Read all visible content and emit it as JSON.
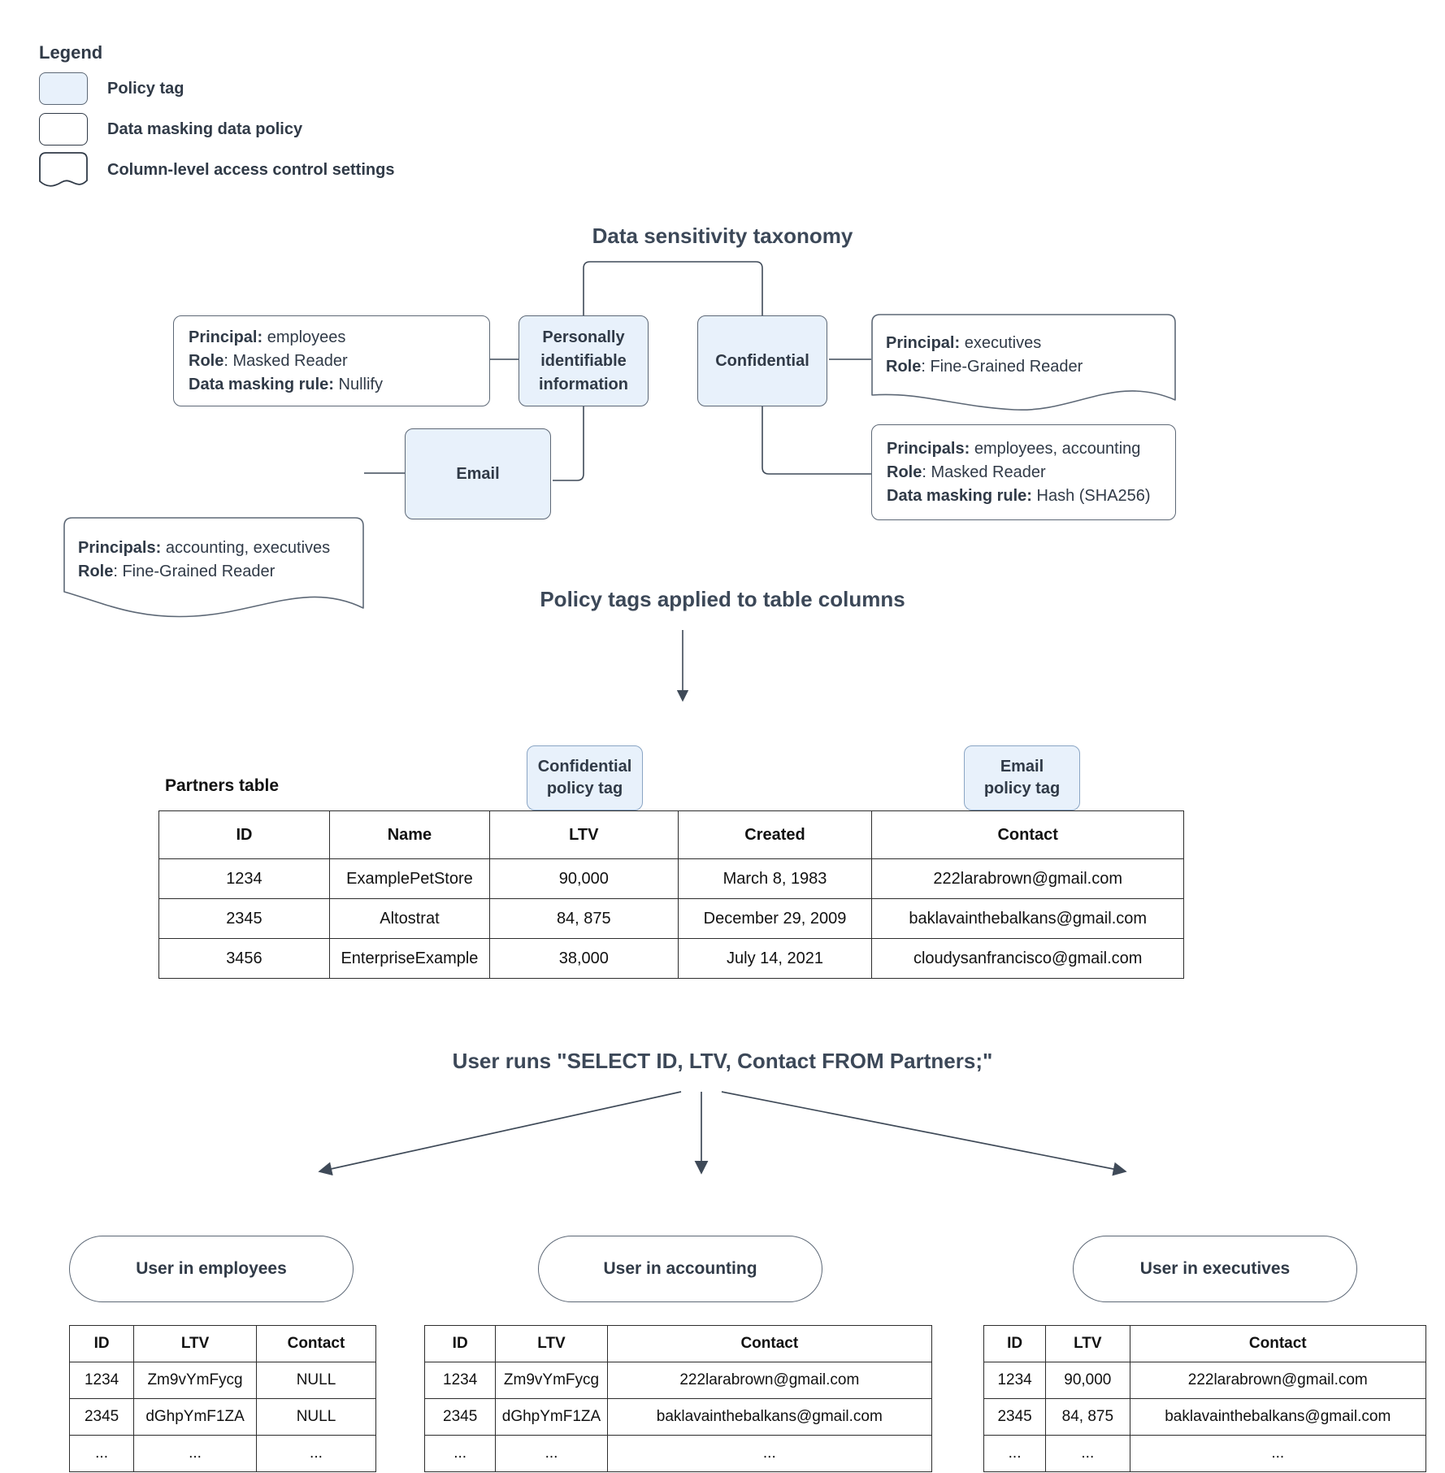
{
  "legend": {
    "title": "Legend",
    "items": [
      {
        "label": "Policy tag",
        "swatch": "policy-tag-swatch"
      },
      {
        "label": "Data masking data policy",
        "swatch": "data-masking-policy-swatch"
      },
      {
        "label": "Column-level access control settings",
        "swatch": "column-access-control-swatch"
      }
    ]
  },
  "taxonomy": {
    "title": "Data sensitivity taxonomy",
    "nodes": {
      "pii": "Personally identifiable information",
      "confidential": "Confidential",
      "email": "Email"
    },
    "policies": {
      "pii_masking": {
        "line1_label": "Principal:",
        "line1_value": " employees",
        "line2_label": "Role",
        "line2_value": ": Masked Reader",
        "line3_label": "Data masking rule:",
        "line3_value": " Nullify"
      },
      "email_access": {
        "line1_label": "Principals:",
        "line1_value": " accounting, executives",
        "line2_label": "Role",
        "line2_value": ": Fine-Grained Reader"
      },
      "confidential_access": {
        "line1_label": "Principal:",
        "line1_value": " executives",
        "line2_label": "Role",
        "line2_value": ": Fine-Grained Reader"
      },
      "confidential_masking": {
        "line1_label": "Principals:",
        "line1_value": " employees, accounting",
        "line2_label": "Role",
        "line2_value": ": Masked Reader",
        "line3_label": "Data masking rule:",
        "line3_value": " Hash (SHA256)"
      }
    }
  },
  "applied": {
    "title": "Policy tags applied to table columns",
    "table_label": "Partners table",
    "chips": {
      "confidential": "Confidential\npolicy tag",
      "confidential_l1": "Confidential",
      "confidential_l2": "policy tag",
      "email_l1": "Email",
      "email_l2": "policy tag"
    },
    "columns": [
      "ID",
      "Name",
      "LTV",
      "Created",
      "Contact"
    ],
    "rows": [
      [
        "1234",
        "ExamplePetStore",
        "90,000",
        "March 8, 1983",
        "222larabrown@gmail.com"
      ],
      [
        "2345",
        "Altostrat",
        "84, 875",
        "December 29, 2009",
        "baklavainthebalkans@gmail.com"
      ],
      [
        "3456",
        "EnterpriseExample",
        "38,000",
        "July 14, 2021",
        "cloudysanfrancisco@gmail.com"
      ]
    ]
  },
  "query": {
    "title": "User runs \"SELECT ID, LTV, Contact FROM Partners;\""
  },
  "results": [
    {
      "oval": "User in employees",
      "columns": [
        "ID",
        "LTV",
        "Contact"
      ],
      "rows": [
        [
          "1234",
          "Zm9vYmFycg",
          "NULL"
        ],
        [
          "2345",
          "dGhpYmF1ZA",
          "NULL"
        ],
        [
          "...",
          "...",
          "..."
        ]
      ]
    },
    {
      "oval": "User in accounting",
      "columns": [
        "ID",
        "LTV",
        "Contact"
      ],
      "rows": [
        [
          "1234",
          "Zm9vYmFycg",
          "222larabrown@gmail.com"
        ],
        [
          "2345",
          "dGhpYmF1ZA",
          "baklavainthebalkans@gmail.com"
        ],
        [
          "...",
          "...",
          "..."
        ]
      ]
    },
    {
      "oval": "User in executives",
      "columns": [
        "ID",
        "LTV",
        "Contact"
      ],
      "rows": [
        [
          "1234",
          "90,000",
          "222larabrown@gmail.com"
        ],
        [
          "2345",
          "84, 875",
          "baklavainthebalkans@gmail.com"
        ],
        [
          "...",
          "...",
          "..."
        ]
      ]
    }
  ],
  "colors": {
    "policy_tag_fill": "#e8f1fb",
    "node_stroke": "#5d6876",
    "text": "#303a47",
    "table_border": "#2d2d2d"
  }
}
